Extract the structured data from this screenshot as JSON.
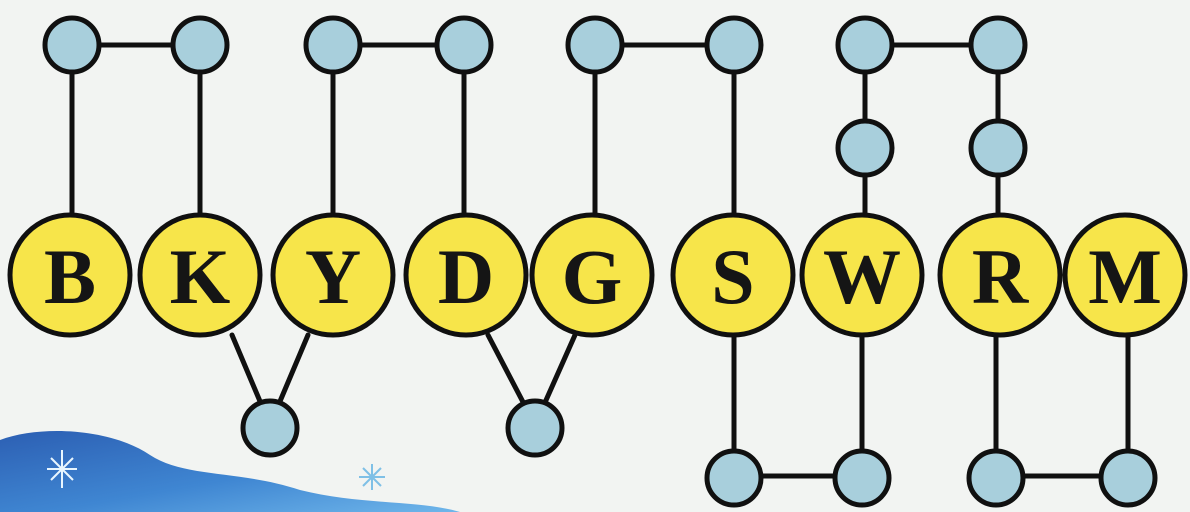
{
  "colors": {
    "background": "#f2f4f2",
    "letter_node_fill": "#f7e54a",
    "small_node_fill": "#a8cfdc",
    "outline": "#101010",
    "blob_fill": "#3a78c8"
  },
  "letters": [
    "B",
    "K",
    "Y",
    "D",
    "G",
    "S",
    "W",
    "R",
    "M"
  ],
  "decoration": {
    "name": "blue-blob-with-sparkles"
  }
}
